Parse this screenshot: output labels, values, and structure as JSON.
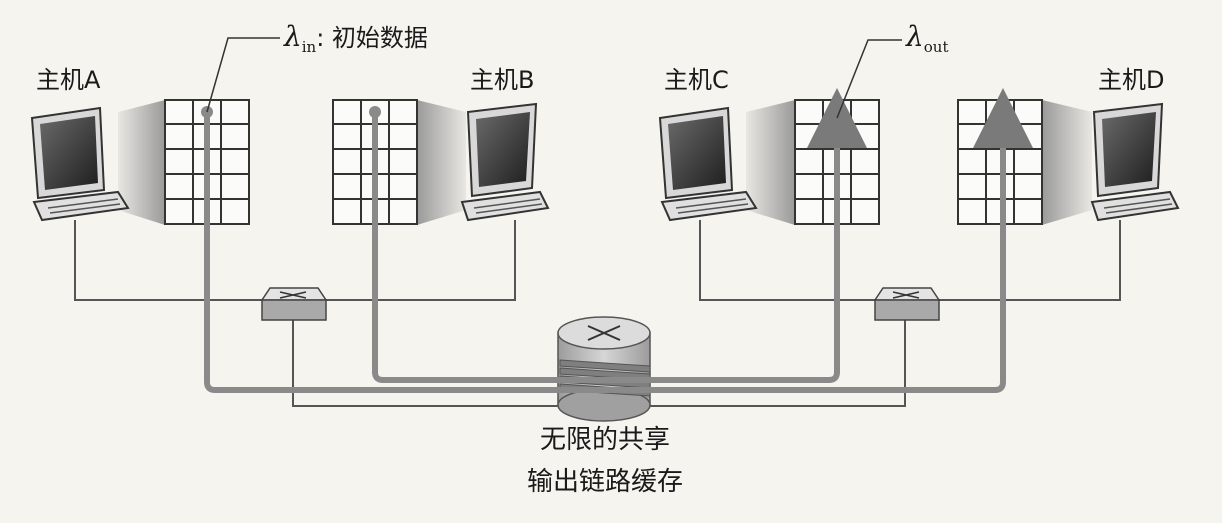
{
  "hosts": {
    "a": "主机A",
    "b": "主机B",
    "c": "主机C",
    "d": "主机D"
  },
  "lambda_in": {
    "symbol": "λ",
    "subscript": "in",
    "suffix": ":  初始数据"
  },
  "lambda_out": {
    "symbol": "λ",
    "subscript": "out"
  },
  "router_caption": {
    "line1": "无限的共享",
    "line2": "输出链路缓存"
  },
  "colors": {
    "flow": "#8a8a8a",
    "link": "#555555",
    "router": "#b8b8b8",
    "background": "#f6f4ef"
  }
}
